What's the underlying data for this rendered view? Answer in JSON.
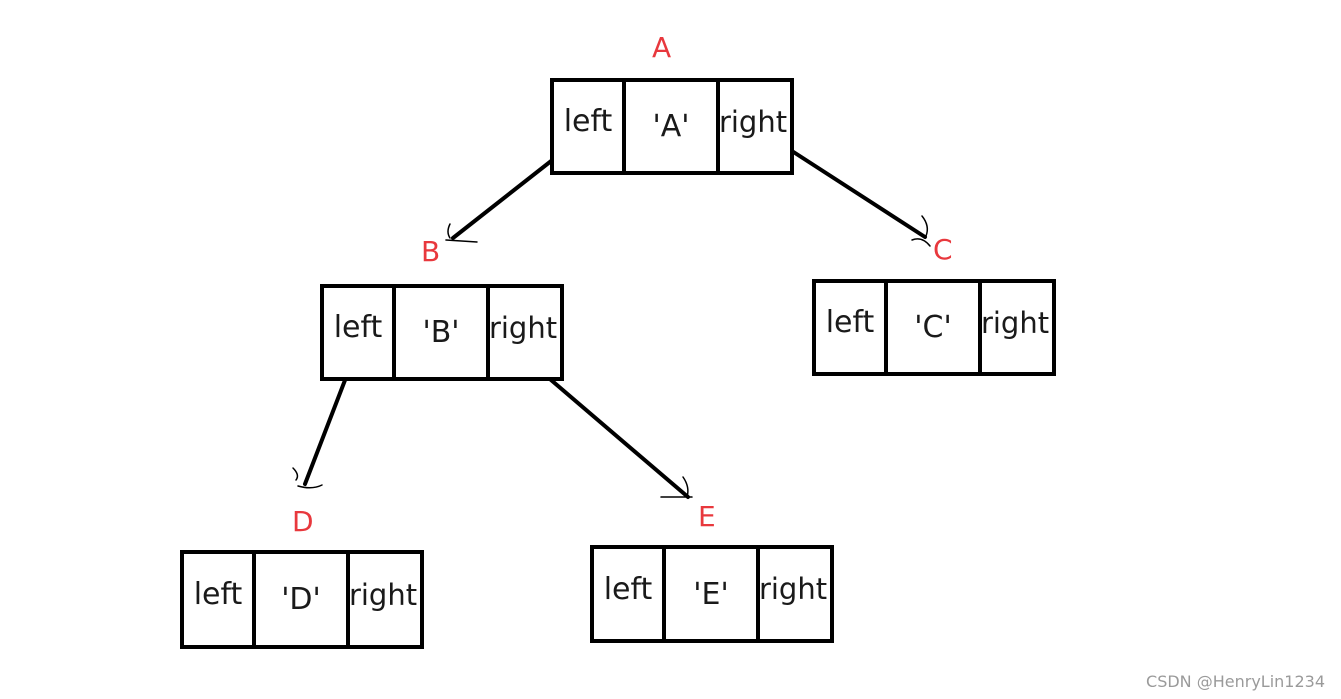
{
  "nodes": [
    {
      "id": "a",
      "name": "A",
      "left": "left",
      "value": "'A'",
      "right": "right"
    },
    {
      "id": "b",
      "name": "B",
      "left": "left",
      "value": "'B'",
      "right": "right"
    },
    {
      "id": "c",
      "name": "C",
      "left": "left",
      "value": "'C'",
      "right": "right"
    },
    {
      "id": "d",
      "name": "D",
      "left": "left",
      "value": "'D'",
      "right": "right"
    },
    {
      "id": "e",
      "name": "E",
      "left": "left",
      "value": "'E'",
      "right": "right"
    }
  ],
  "edges": [
    {
      "from": "A",
      "pointer": "left",
      "to": "B"
    },
    {
      "from": "A",
      "pointer": "right",
      "to": "C"
    },
    {
      "from": "B",
      "pointer": "left",
      "to": "D"
    },
    {
      "from": "B",
      "pointer": "right",
      "to": "E"
    }
  ],
  "colors": {
    "node_label": "#e8383d",
    "stroke": "#000000",
    "watermark": "#9a9a9a"
  },
  "watermark": "CSDN @HenryLin1234"
}
